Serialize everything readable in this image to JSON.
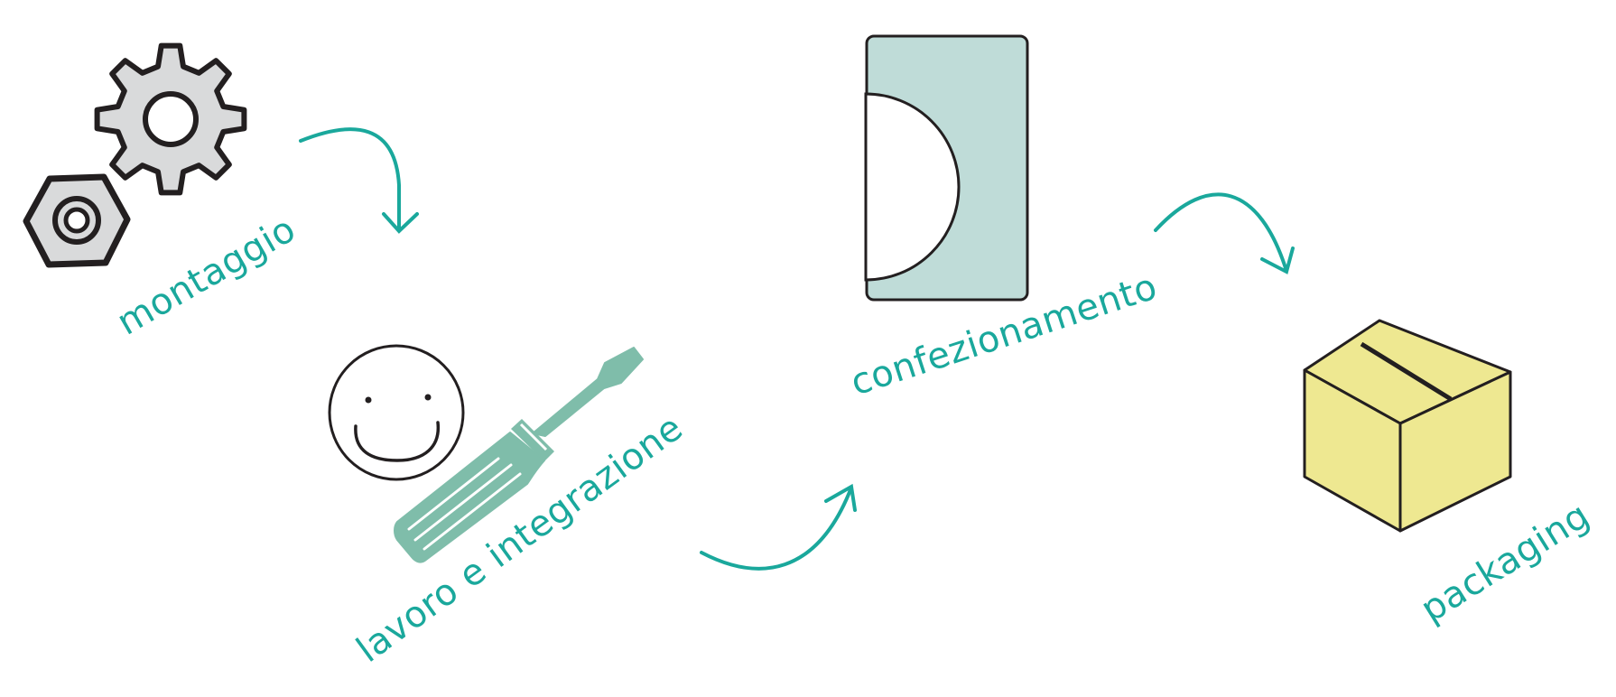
{
  "colors": {
    "accent": "#1aa89c",
    "outline": "#231f20",
    "gear_fill": "#d9dadb",
    "package_fill": "#bfdcd8",
    "box_fill": "#eee891",
    "screwdriver": "#7fbdaa",
    "screwdriver_dark": "#5fa896"
  },
  "steps": [
    {
      "label": "montaggio",
      "icon": "gears-icon"
    },
    {
      "label": "lavoro e integrazione",
      "icon": "worker-screwdriver-icon"
    },
    {
      "label": "confezionamento",
      "icon": "blister-package-icon"
    },
    {
      "label": "packaging",
      "icon": "cardboard-box-icon"
    }
  ]
}
